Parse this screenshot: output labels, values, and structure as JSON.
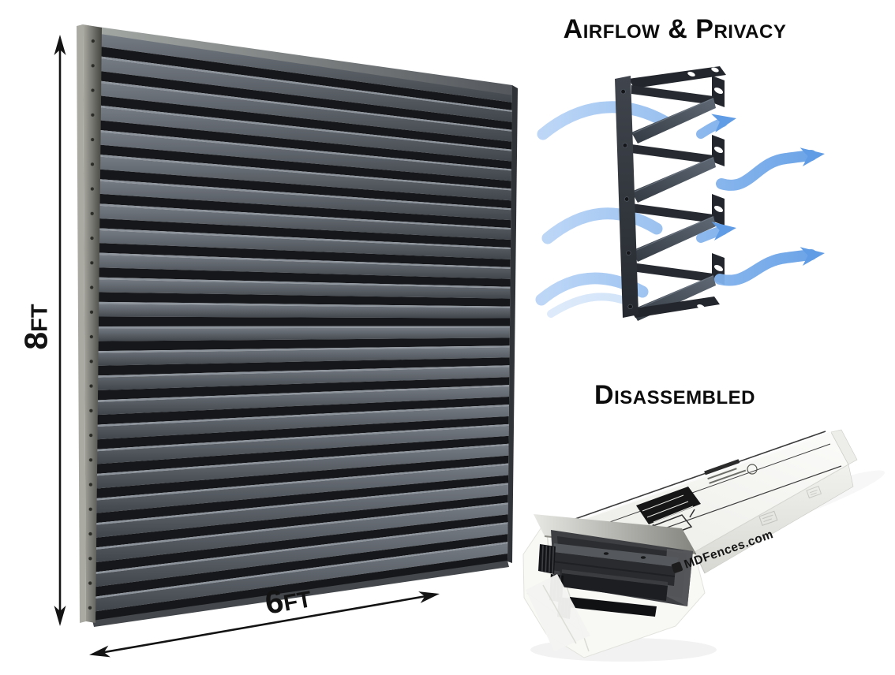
{
  "figure": {
    "panel": {
      "height_label": "8ft",
      "width_label": "6ft",
      "louver_count": 24,
      "rivet_count": 24,
      "colors": {
        "face_light": "#767c84",
        "face_dark": "#40454b",
        "gap": "#15171a",
        "highlight": "#8d939b",
        "rail_light": "#aaaaa3",
        "rail_dark": "#454540",
        "cap_light": "#a6aaa6",
        "cap_dark": "#54585d",
        "edge": "#303337"
      }
    },
    "dimensions": {
      "line_color": "#131313"
    },
    "airflow": {
      "title": "Airflow & Privacy",
      "louver_count": 4,
      "colors": {
        "arrow_light": "#b7d3f6",
        "arrow_deep": "#5f9ce5",
        "metal_dark": "#23262c",
        "metal_mid": "#272b31",
        "face_light": "#5f6975",
        "face_dark": "#343a42",
        "rail_light": "#40454d",
        "rail_dark": "#262a30"
      }
    },
    "disassembled": {
      "title": "Disassembled",
      "box_brand": "MDFences.com"
    }
  }
}
